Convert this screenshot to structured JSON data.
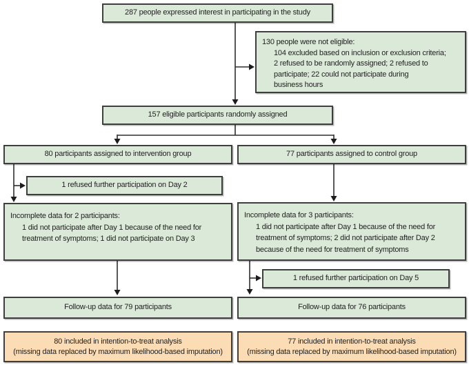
{
  "diagram": {
    "type": "study-flow-diagram",
    "colors": {
      "box_green": "#dbe9d8",
      "box_orange": "#fbdcb4",
      "border": "#3e3e3e",
      "arrow": "#2d2d2d",
      "text": "#1f1f1f",
      "background": "#ffffff"
    },
    "boxes": {
      "interest": {
        "text": "287 people expressed interest in participating in the study"
      },
      "not_eligible": {
        "title": "130 people were not eligible:",
        "lines": [
          "104 excluded based on inclusion or exclusion criteria;",
          "2 refused to be randomly assigned; 2 refused to",
          "participate; 22 could not participate during",
          "business hours"
        ]
      },
      "randomized": {
        "text": "157 eligible participants randomly assigned"
      },
      "intervention": {
        "text": "80 participants assigned to intervention group"
      },
      "control": {
        "text": "77 participants assigned to control group"
      },
      "refused_day2": {
        "text": "1 refused further participation on Day 2"
      },
      "incomplete_intervention": {
        "title": "Incomplete data for 2 participants:",
        "lines": [
          "1 did not participate after Day 1 because of the need for",
          "treatment of symptoms; 1 did not participate on Day 3"
        ]
      },
      "incomplete_control": {
        "title": "Incomplete data for 3 participants:",
        "lines": [
          "1 did not participate after Day 1 because of the need for",
          "treatment of symptoms; 2 did not participate after Day 2",
          "because of the need for treatment of symptoms"
        ]
      },
      "refused_day5": {
        "text": "1 refused further participation on Day 5"
      },
      "followup_intervention": {
        "text": "Follow-up data for 79 participants"
      },
      "followup_control": {
        "text": "Follow-up data for 76 participants"
      },
      "itt_intervention": {
        "line1": "80 included in intention-to-treat analysis",
        "line2": "(missing data replaced by maximum likelihood-based imputation)"
      },
      "itt_control": {
        "line1": "77 included in intention-to-treat analysis",
        "line2": "(missing data replaced by maximum likelihood-based imputation)"
      }
    }
  }
}
